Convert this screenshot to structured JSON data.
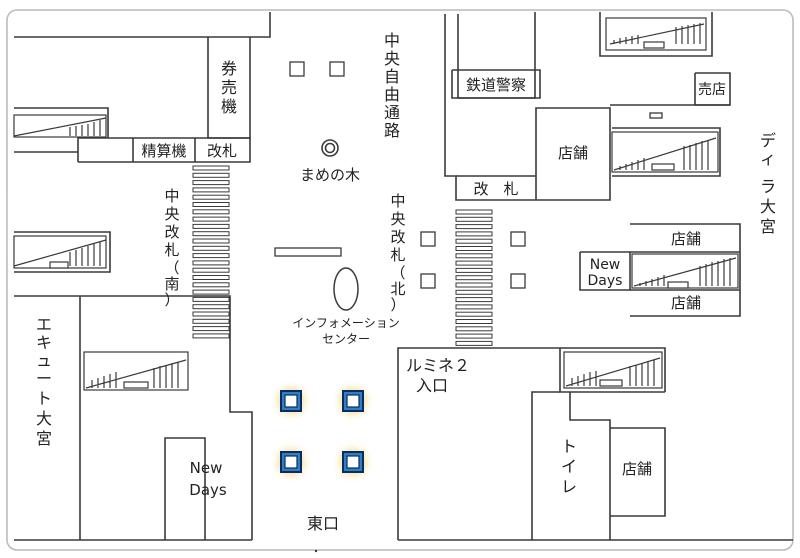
{
  "colors": {
    "line": "#3a3a3a",
    "frame": "#b9b9b9",
    "pillar_fill": "#2f7fc4",
    "pillar_dark": "#0b2c5e",
    "glow": "#f2c94a"
  },
  "labels": {
    "ticket_machine": [
      "券",
      "売",
      "機"
    ],
    "fare_adjust": "精算機",
    "gate_left": "改札",
    "central_passage": [
      "中",
      "央",
      "自",
      "由",
      "通",
      "路"
    ],
    "railway_police": "鉄道警察",
    "kiosk": "売店",
    "shop_upper": "店舗",
    "dira_omiya": [
      "デ",
      "ィ",
      "ラ",
      "大",
      "宮"
    ],
    "mame_no_ki": "まめの木",
    "gate_center": "改　札",
    "central_gate_south": [
      "中",
      "央",
      "改",
      "札",
      "（",
      "南",
      "）"
    ],
    "central_gate_north": [
      "中",
      "央",
      "改",
      "札",
      "（",
      "北",
      "）"
    ],
    "shop_right_top": "店舗",
    "shop_right_bottom": "店舗",
    "newdays_right": [
      "New",
      "Days"
    ],
    "info_center": [
      "インフォメーション",
      "センター"
    ],
    "ecute_omiya": [
      "エ",
      "キ",
      "ュ",
      "ー",
      "ト",
      "大",
      "宮"
    ],
    "lumine2": [
      "ルミネ２",
      "入口"
    ],
    "toilet": [
      "ト",
      "イ",
      "レ"
    ],
    "shop_bottom": "店舗",
    "newdays_bottom": [
      "New",
      "Days"
    ],
    "east_exit": "東口"
  }
}
